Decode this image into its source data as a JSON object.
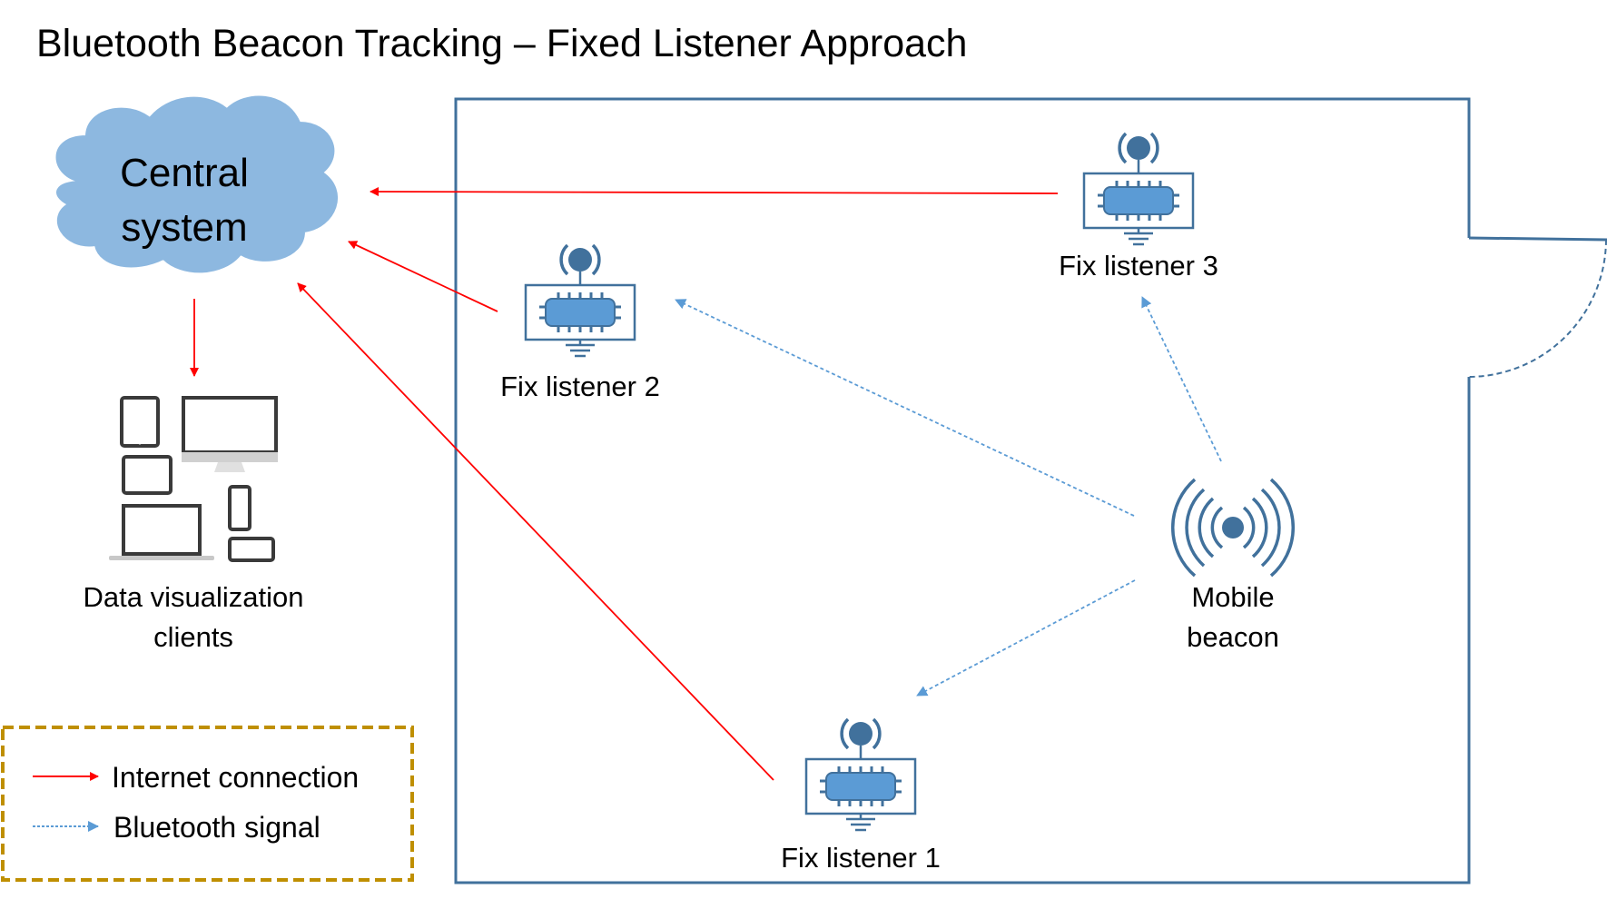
{
  "title": "Bluetooth Beacon Tracking – Fixed Listener Approach",
  "central_system": {
    "label_line1": "Central",
    "label_line2": "system",
    "icon": "cloud-icon",
    "color": "#8DB8E0"
  },
  "clients": {
    "label_line1": "Data visualization",
    "label_line2": "clients",
    "icon": "devices-icon"
  },
  "listeners": [
    {
      "id": "listener-1",
      "label": "Fix listener 1",
      "icon": "chip-antenna-icon"
    },
    {
      "id": "listener-2",
      "label": "Fix listener 2",
      "icon": "chip-antenna-icon"
    },
    {
      "id": "listener-3",
      "label": "Fix listener 3",
      "icon": "chip-antenna-icon"
    }
  ],
  "beacon": {
    "label_line1": "Mobile",
    "label_line2": "beacon",
    "icon": "broadcast-icon"
  },
  "legend": {
    "items": [
      {
        "label": "Internet connection",
        "style": "solid-red-arrow"
      },
      {
        "label": "Bluetooth signal",
        "style": "dotted-blue-arrow"
      }
    ],
    "border_color": "#BF8F00"
  },
  "connections": [
    {
      "from": "listener-3",
      "to": "central-system",
      "type": "internet"
    },
    {
      "from": "listener-2",
      "to": "central-system",
      "type": "internet"
    },
    {
      "from": "listener-1",
      "to": "central-system",
      "type": "internet"
    },
    {
      "from": "central-system",
      "to": "clients",
      "type": "internet"
    },
    {
      "from": "beacon",
      "to": "listener-1",
      "type": "bluetooth"
    },
    {
      "from": "beacon",
      "to": "listener-2",
      "type": "bluetooth"
    },
    {
      "from": "beacon",
      "to": "listener-3",
      "type": "bluetooth"
    }
  ],
  "colors": {
    "internet": "#FF0000",
    "bluetooth": "#5B9BD5",
    "room_wall": "#41719C",
    "chip_fill": "#5B9BD5",
    "chip_stroke": "#41719C",
    "device_dark": "#3A3A3A",
    "device_light": "#D0D0D0"
  }
}
